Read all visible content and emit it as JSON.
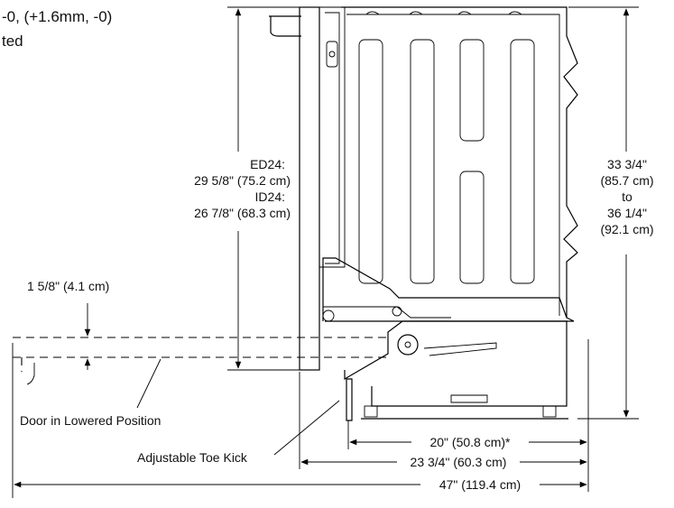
{
  "header_note": {
    "line1": "-0, (+1.6mm, -0)",
    "line2": "ted"
  },
  "labels": {
    "ed24_name": "ED24:",
    "ed24_value": "29 5/8\" (75.2 cm)",
    "id24_name": "ID24:",
    "id24_value": "26 7/8\" (68.3 cm)",
    "height_line1": "33 3/4\"",
    "height_line2": "(85.7 cm)",
    "height_line3": "to",
    "height_line4": "36 1/4\"",
    "height_line5": "(92.1 cm)",
    "door_gap": "1 5/8\" (4.1 cm)",
    "door_lowered": "Door in Lowered Position",
    "toe_kick": "Adjustable Toe Kick",
    "depth_20": "20\" (50.8 cm)*",
    "depth_23": "23 3/4\" (60.3 cm)",
    "depth_47": "47\" (119.4 cm)"
  }
}
